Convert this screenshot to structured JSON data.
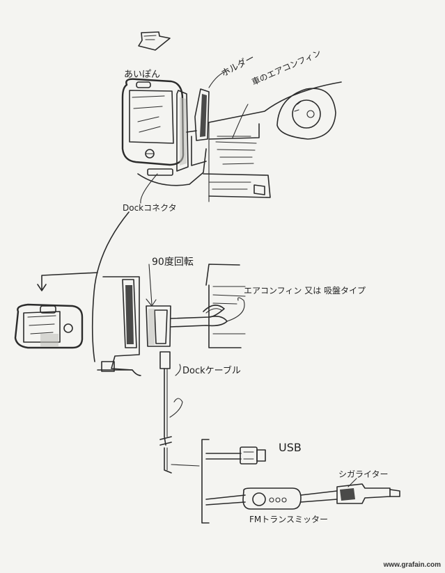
{
  "labels": {
    "ipod": "あいぽん",
    "holder": "ホルダー",
    "car_vent": "車のエアコンフィン",
    "dock_connector": "Dockコネクタ",
    "rotate": "90度回転",
    "vent_or_suction": "エアコンフィン 又は 吸盤タイプ",
    "dock_cable": "Dockケーブル",
    "usb": "USB",
    "cigar_lighter": "シガライター",
    "fm_transmitter": "FMトランスミッター"
  },
  "watermark": "www.grafain.com"
}
